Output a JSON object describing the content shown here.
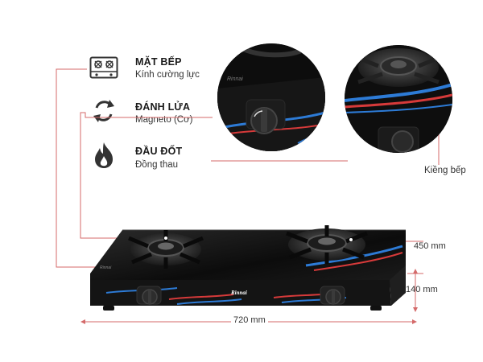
{
  "features": [
    {
      "title": "MẶT BẾP",
      "subtitle": "Kính cường lực",
      "icon": "stove-top-icon"
    },
    {
      "title": "ĐÁNH LỬA",
      "subtitle": "Magneto (Cơ)",
      "icon": "ignition-cycle-icon"
    },
    {
      "title": "ĐẦU ĐỐT",
      "subtitle": "Đồng thau",
      "icon": "flame-icon"
    }
  ],
  "callout_label": "Kiềng bếp",
  "dimensions": {
    "width": "720 mm",
    "depth": "450 mm",
    "height": "140 mm"
  },
  "brand": {
    "name": "Rinnai",
    "logo_color": "#ffffff"
  },
  "colors": {
    "leader_line": "#d04040",
    "glass": "#111111",
    "accent_blue": "#2d7bd6",
    "accent_red": "#d63a3a"
  }
}
